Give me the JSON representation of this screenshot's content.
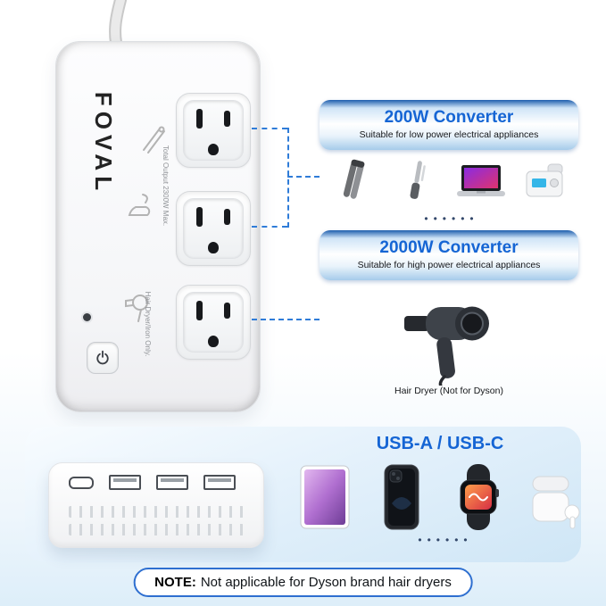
{
  "colors": {
    "accent_blue": "#1565d4",
    "dashed_line_blue": "#2f7cd8",
    "note_border_blue": "#2e6fd0",
    "dots_color": "#33486b"
  },
  "device": {
    "brand": "FOVAL",
    "total_output_label": "Total Output 2300W Max.",
    "hair_dryer_label": "Hair Dryer/Iron Only.",
    "outlet_count": 3,
    "icons": [
      "straightener-engraving",
      "iron-engraving",
      "hairdryer-engraving",
      "power-button",
      "indicator-led"
    ]
  },
  "panels": {
    "low": {
      "title": "200W Converter",
      "subtitle": "Suitable for low power electrical appliances",
      "items": [
        "hair-straightener",
        "curling-iron",
        "laptop",
        "cpap-machine"
      ],
      "dots": "••••••"
    },
    "high": {
      "title": "2000W Converter",
      "subtitle": "Suitable for high power electrical appliances",
      "item": "hair-dryer",
      "caption": "Hair Dryer (Not for Dyson)"
    }
  },
  "usb": {
    "title": "USB-A / USB-C",
    "ports": [
      "usb-c",
      "usb-a",
      "usb-a",
      "usb-a"
    ],
    "items": [
      "ipad",
      "iphone",
      "apple-watch",
      "airpods"
    ],
    "dots": "••••••"
  },
  "note": {
    "label": "NOTE:",
    "text": "Not applicable for Dyson brand hair dryers"
  }
}
